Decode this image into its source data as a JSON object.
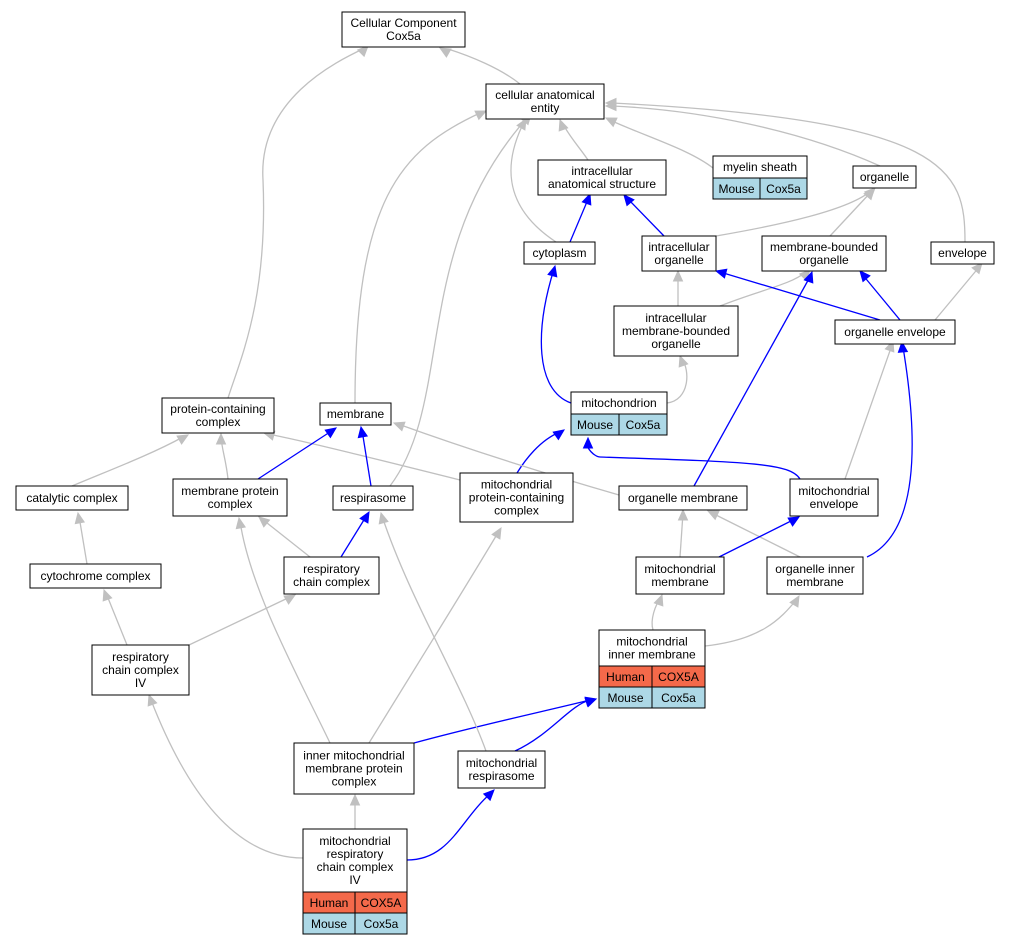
{
  "colors": {
    "is_a_edge": "#c0c0c0",
    "part_of_edge": "#0000ff",
    "human_cell": "#f4694a",
    "mouse_cell": "#add8e6",
    "node_fill": "#ffffff",
    "node_border": "#000000"
  },
  "nodes": {
    "cellular_component": {
      "lines": [
        "Cellular Component",
        "Cox5a"
      ]
    },
    "cellular_anatomical_entity": {
      "lines": [
        "cellular anatomical",
        "entity"
      ]
    },
    "myelin_sheath": {
      "lines": [
        "myelin sheath"
      ],
      "annotations": [
        [
          "Mouse",
          "Cox5a"
        ]
      ]
    },
    "intracellular_anatomical_structure": {
      "lines": [
        "intracellular",
        "anatomical structure"
      ]
    },
    "organelle": {
      "lines": [
        "organelle"
      ]
    },
    "cytoplasm": {
      "lines": [
        "cytoplasm"
      ]
    },
    "intracellular_organelle": {
      "lines": [
        "intracellular",
        "organelle"
      ]
    },
    "membrane_bounded_organelle": {
      "lines": [
        "membrane-bounded",
        "organelle"
      ]
    },
    "envelope": {
      "lines": [
        "envelope"
      ]
    },
    "intracellular_membrane_bounded_organelle": {
      "lines": [
        "intracellular",
        "membrane-bounded",
        "organelle"
      ]
    },
    "organelle_envelope": {
      "lines": [
        "organelle envelope"
      ]
    },
    "protein_containing_complex": {
      "lines": [
        "protein-containing",
        "complex"
      ]
    },
    "membrane": {
      "lines": [
        "membrane"
      ]
    },
    "mitochondrion": {
      "lines": [
        "mitochondrion"
      ],
      "annotations": [
        [
          "Mouse",
          "Cox5a"
        ]
      ]
    },
    "catalytic_complex": {
      "lines": [
        "catalytic complex"
      ]
    },
    "membrane_protein_complex": {
      "lines": [
        "membrane protein",
        "complex"
      ]
    },
    "respirasome": {
      "lines": [
        "respirasome"
      ]
    },
    "mitochondrial_protein_containing_complex": {
      "lines": [
        "mitochondrial",
        "protein-containing",
        "complex"
      ]
    },
    "organelle_membrane": {
      "lines": [
        "organelle membrane"
      ]
    },
    "mitochondrial_envelope": {
      "lines": [
        "mitochondrial",
        "envelope"
      ]
    },
    "cytochrome_complex": {
      "lines": [
        "cytochrome complex"
      ]
    },
    "respiratory_chain_complex": {
      "lines": [
        "respiratory",
        "chain complex"
      ]
    },
    "mitochondrial_membrane": {
      "lines": [
        "mitochondrial",
        "membrane"
      ]
    },
    "organelle_inner_membrane": {
      "lines": [
        "organelle inner",
        "membrane"
      ]
    },
    "respiratory_chain_complex_iv": {
      "lines": [
        "respiratory",
        "chain complex",
        "IV"
      ]
    },
    "mitochondrial_inner_membrane": {
      "lines": [
        "mitochondrial",
        "inner membrane"
      ],
      "annotations": [
        [
          "Human",
          "COX5A"
        ],
        [
          "Mouse",
          "Cox5a"
        ]
      ]
    },
    "inner_mitochondrial_membrane_protein_complex": {
      "lines": [
        "inner mitochondrial",
        "membrane protein",
        "complex"
      ]
    },
    "mitochondrial_respirasome": {
      "lines": [
        "mitochondrial",
        "respirasome"
      ]
    },
    "mitochondrial_respiratory_chain_complex_iv": {
      "lines": [
        "mitochondrial",
        "respiratory",
        "chain complex",
        "IV"
      ],
      "annotations": [
        [
          "Human",
          "COX5A"
        ],
        [
          "Mouse",
          "Cox5a"
        ]
      ]
    }
  },
  "edges": [
    {
      "from": "cellular_anatomical_entity",
      "to": "cellular_component",
      "type": "is_a"
    },
    {
      "from": "protein_containing_complex",
      "to": "cellular_component",
      "type": "is_a"
    },
    {
      "from": "intracellular_anatomical_structure",
      "to": "cellular_anatomical_entity",
      "type": "is_a"
    },
    {
      "from": "myelin_sheath",
      "to": "cellular_anatomical_entity",
      "type": "is_a"
    },
    {
      "from": "organelle",
      "to": "cellular_anatomical_entity",
      "type": "is_a"
    },
    {
      "from": "envelope",
      "to": "cellular_anatomical_entity",
      "type": "is_a"
    },
    {
      "from": "cytoplasm",
      "to": "cellular_anatomical_entity",
      "type": "is_a"
    },
    {
      "from": "membrane",
      "to": "cellular_anatomical_entity",
      "type": "is_a"
    },
    {
      "from": "respirasome",
      "to": "cellular_anatomical_entity",
      "type": "is_a"
    },
    {
      "from": "cytoplasm",
      "to": "intracellular_anatomical_structure",
      "type": "part_of"
    },
    {
      "from": "intracellular_organelle",
      "to": "intracellular_anatomical_structure",
      "type": "part_of"
    },
    {
      "from": "intracellular_organelle",
      "to": "organelle",
      "type": "is_a"
    },
    {
      "from": "membrane_bounded_organelle",
      "to": "organelle",
      "type": "is_a"
    },
    {
      "from": "intracellular_membrane_bounded_organelle",
      "to": "intracellular_organelle",
      "type": "is_a"
    },
    {
      "from": "intracellular_membrane_bounded_organelle",
      "to": "membrane_bounded_organelle",
      "type": "is_a"
    },
    {
      "from": "organelle_envelope",
      "to": "intracellular_organelle",
      "type": "part_of"
    },
    {
      "from": "organelle_envelope",
      "to": "membrane_bounded_organelle",
      "type": "part_of"
    },
    {
      "from": "organelle_envelope",
      "to": "envelope",
      "type": "is_a"
    },
    {
      "from": "organelle_membrane",
      "to": "membrane_bounded_organelle",
      "type": "part_of"
    },
    {
      "from": "mitochondrion",
      "to": "cytoplasm",
      "type": "part_of"
    },
    {
      "from": "mitochondrion",
      "to": "intracellular_membrane_bounded_organelle",
      "type": "is_a"
    },
    {
      "from": "mitochondrial_protein_containing_complex",
      "to": "mitochondrion",
      "type": "part_of"
    },
    {
      "from": "mitochondrial_envelope",
      "to": "mitochondrion",
      "type": "part_of"
    },
    {
      "from": "mitochondrial_envelope",
      "to": "organelle_envelope",
      "type": "is_a"
    },
    {
      "from": "organelle_inner_membrane",
      "to": "organelle_envelope",
      "type": "part_of"
    },
    {
      "from": "catalytic_complex",
      "to": "protein_containing_complex",
      "type": "is_a"
    },
    {
      "from": "membrane_protein_complex",
      "to": "protein_containing_complex",
      "type": "is_a"
    },
    {
      "from": "mitochondrial_protein_containing_complex",
      "to": "protein_containing_complex",
      "type": "is_a"
    },
    {
      "from": "membrane_protein_complex",
      "to": "membrane",
      "type": "part_of"
    },
    {
      "from": "respirasome",
      "to": "membrane",
      "type": "part_of"
    },
    {
      "from": "organelle_membrane",
      "to": "membrane",
      "type": "is_a"
    },
    {
      "from": "cytochrome_complex",
      "to": "catalytic_complex",
      "type": "is_a"
    },
    {
      "from": "respiratory_chain_complex",
      "to": "membrane_protein_complex",
      "type": "is_a"
    },
    {
      "from": "respiratory_chain_complex",
      "to": "respirasome",
      "type": "part_of"
    },
    {
      "from": "mitochondrial_membrane",
      "to": "organelle_membrane",
      "type": "is_a"
    },
    {
      "from": "organelle_inner_membrane",
      "to": "organelle_membrane",
      "type": "is_a"
    },
    {
      "from": "mitochondrial_membrane",
      "to": "mitochondrial_envelope",
      "type": "part_of"
    },
    {
      "from": "respiratory_chain_complex_iv",
      "to": "cytochrome_complex",
      "type": "is_a"
    },
    {
      "from": "respiratory_chain_complex_iv",
      "to": "respiratory_chain_complex",
      "type": "is_a"
    },
    {
      "from": "mitochondrial_inner_membrane",
      "to": "mitochondrial_membrane",
      "type": "is_a"
    },
    {
      "from": "mitochondrial_inner_membrane",
      "to": "organelle_inner_membrane",
      "type": "is_a"
    },
    {
      "from": "inner_mitochondrial_membrane_protein_complex",
      "to": "membrane_protein_complex",
      "type": "is_a"
    },
    {
      "from": "inner_mitochondrial_membrane_protein_complex",
      "to": "mitochondrial_protein_containing_complex",
      "type": "is_a"
    },
    {
      "from": "inner_mitochondrial_membrane_protein_complex",
      "to": "mitochondrial_inner_membrane",
      "type": "part_of"
    },
    {
      "from": "mitochondrial_respirasome",
      "to": "respirasome",
      "type": "is_a"
    },
    {
      "from": "mitochondrial_respirasome",
      "to": "mitochondrial_inner_membrane",
      "type": "part_of"
    },
    {
      "from": "mitochondrial_respiratory_chain_complex_iv",
      "to": "respiratory_chain_complex_iv",
      "type": "is_a"
    },
    {
      "from": "mitochondrial_respiratory_chain_complex_iv",
      "to": "inner_mitochondrial_membrane_protein_complex",
      "type": "is_a"
    },
    {
      "from": "mitochondrial_respiratory_chain_complex_iv",
      "to": "mitochondrial_respirasome",
      "type": "part_of"
    }
  ]
}
